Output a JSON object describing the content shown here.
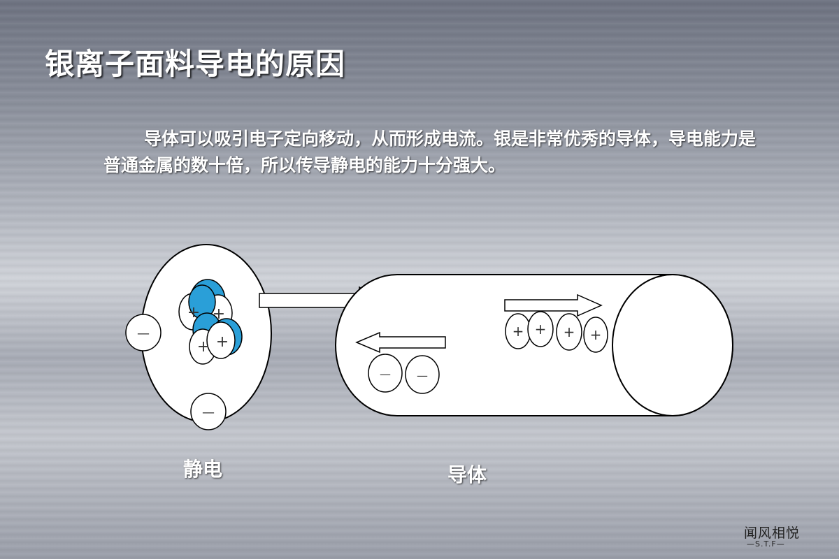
{
  "title": "银离子面料导电的原因",
  "paragraph": "导体可以吸引电子定向移动，从而形成电流。银是非常优秀的导体，导电能力是普通金属的数十倍，所以传导静电的能力十分强大。",
  "diagram": {
    "static_label": "静电",
    "conductor_label": "导体",
    "minus_sign": "—",
    "plus_sign": "+"
  },
  "brand": {
    "name": "闻风相悦",
    "sub": "—S.T.F—"
  },
  "colors": {
    "proton_blue": "#2a9fd8",
    "white": "#ffffff"
  }
}
